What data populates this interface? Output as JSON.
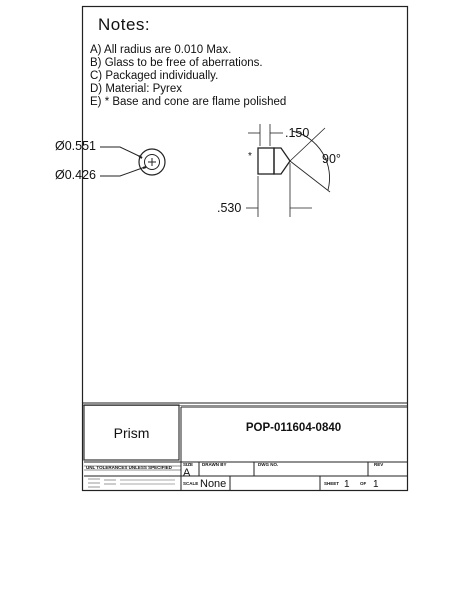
{
  "notes": {
    "title": "Notes:",
    "items": [
      "A) All radius are 0.010 Max.",
      "B) Glass to be free of aberrations.",
      "C) Packaged individually.",
      "D) Material: Pyrex",
      "E) * Base and cone are flame polished"
    ]
  },
  "front_view": {
    "outer_diameter": "Ø0.551",
    "inner_diameter": "Ø0.426"
  },
  "side_view": {
    "tip_width": ".150",
    "angle": "90°",
    "length": ".530",
    "polish_marker": "*"
  },
  "title_block": {
    "part_name": "Prism",
    "drawing_number": "POP-011604-0840",
    "tolerance_heading": "UNL TOLERANCES UNLESS SPECIFIED",
    "size_label": "SIZE",
    "size_value": "A",
    "drawn_by_label": "DRAWN BY",
    "dwg_no_label": "DWG NO.",
    "rev_label": "REV",
    "scale_label": "SCALE",
    "scale_value": "None",
    "sheet_label": "SHEET",
    "sheet_value": "1",
    "of_label": "OF",
    "sheet_total": "1"
  }
}
